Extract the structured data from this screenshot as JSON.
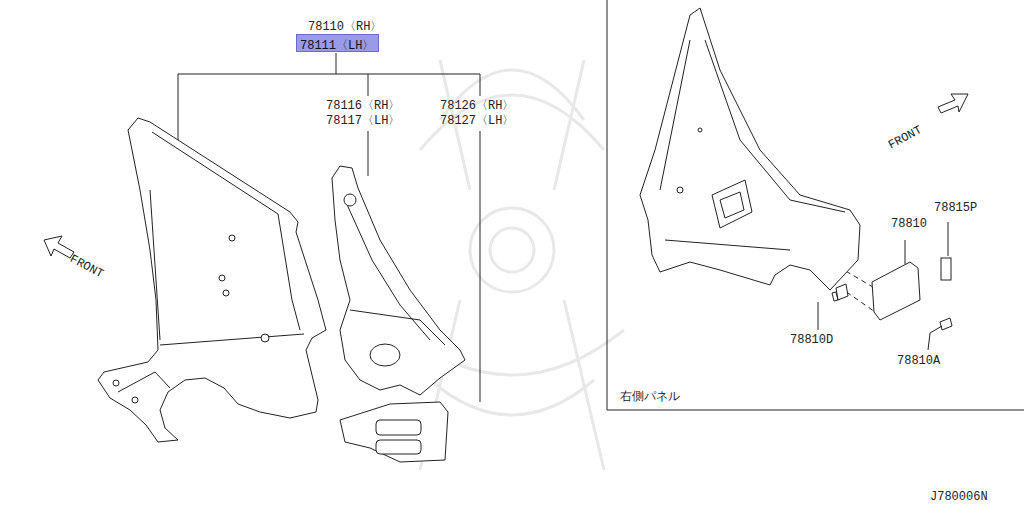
{
  "diagram": {
    "nodes": [
      {
        "text": [
          "78111〈LH〉"
        ]
      }
    ],
    "labels": [
      "78110〈RH〉",
      "78116〈RH〉",
      "78117〈LH〉",
      "78126〈RH〉",
      "78127〈LH〉",
      "FRONT",
      "FRONT",
      "78815P",
      "78810",
      "78810D",
      "78810A",
      "右側パネル",
      "J780006N"
    ]
  }
}
